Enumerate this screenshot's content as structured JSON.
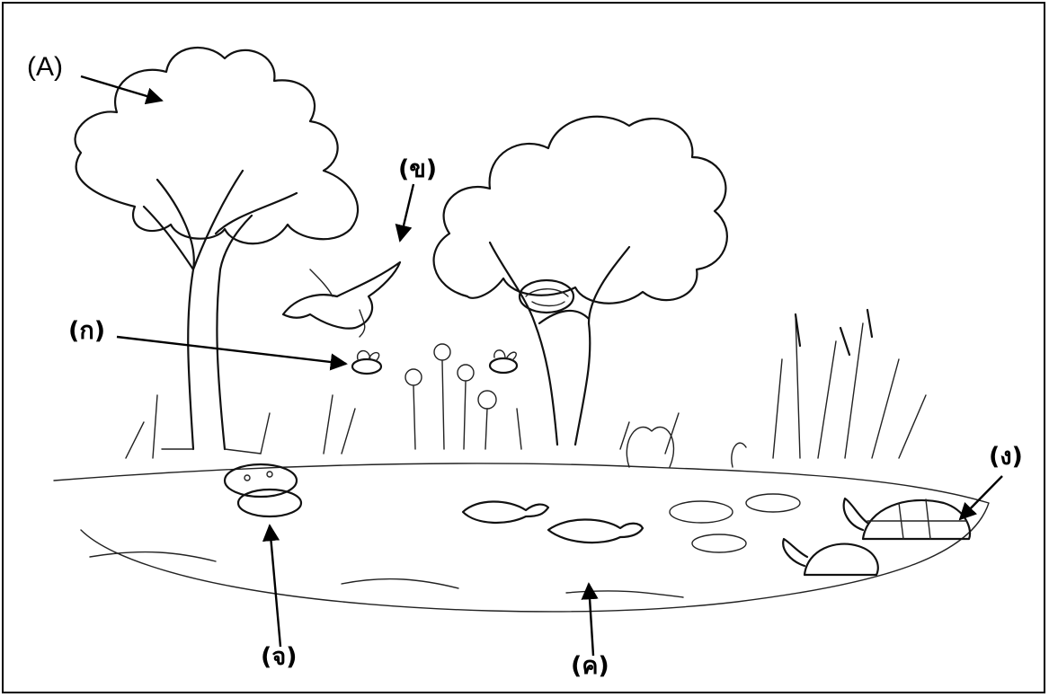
{
  "labels": {
    "A": "(A)",
    "kor": "(ก)",
    "khor": "(ข)",
    "khor2": "(ค)",
    "ngor": "(ง)",
    "jor": "(จ)"
  },
  "colors": {
    "ink": "#111111",
    "paper": "#ffffff"
  }
}
